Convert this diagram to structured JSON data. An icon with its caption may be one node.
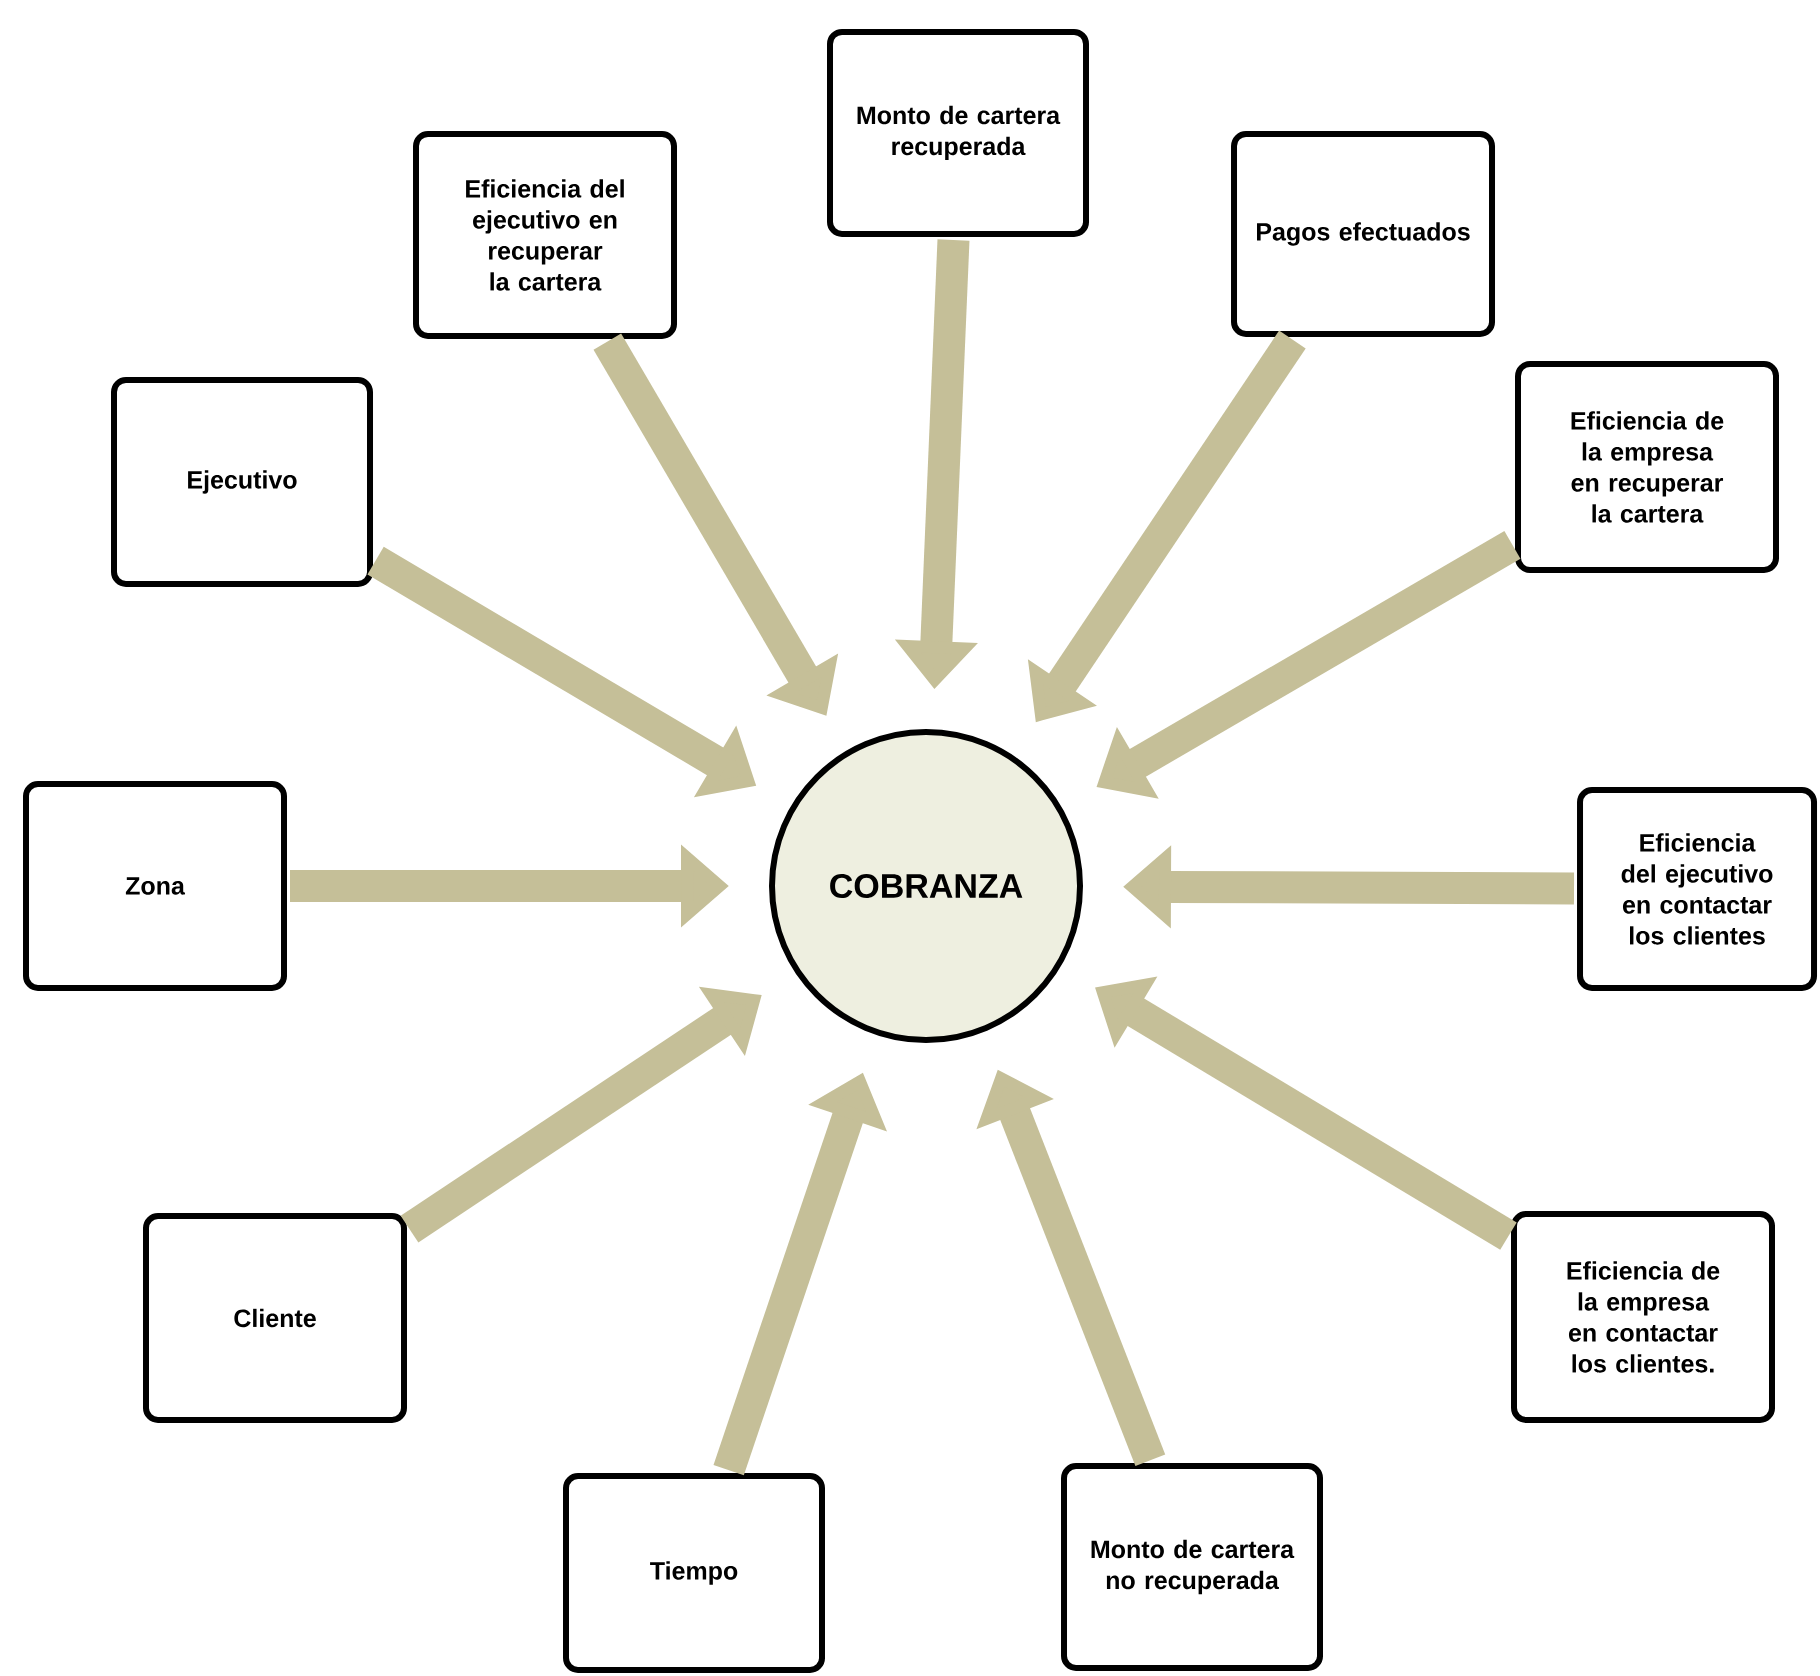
{
  "diagram": {
    "nodes": [
      {
        "text": [
          "COBRANZA"
        ]
      },
      {
        "text": [
          "Ejecutivo"
        ]
      },
      {
        "text": [
          "Eficiencia del ejecutivo en recuperar la cartera"
        ]
      },
      {
        "text": [
          "Monto de cartera recuperada"
        ]
      },
      {
        "text": [
          "Pagos efectuados"
        ]
      },
      {
        "text": [
          "Eficiencia de la empresa en recuperar la cartera"
        ]
      },
      {
        "text": [
          "Eficiencia del ejecutivo en contactar los clientes"
        ]
      },
      {
        "text": [
          "Eficiencia de la empresa en contactar los clientes."
        ]
      },
      {
        "text": [
          "Monto de cartera no recuperada"
        ]
      },
      {
        "text": [
          "Tiempo"
        ]
      },
      {
        "text": [
          "Cliente"
        ]
      },
      {
        "text": [
          "Zona"
        ]
      }
    ],
    "edges": [
      {
        "from": 1,
        "to": 0,
        "arrow": "to"
      },
      {
        "from": 2,
        "to": 0,
        "arrow": "to"
      },
      {
        "from": 3,
        "to": 0,
        "arrow": "to"
      },
      {
        "from": 4,
        "to": 0,
        "arrow": "to"
      },
      {
        "from": 5,
        "to": 0,
        "arrow": "to"
      },
      {
        "from": 6,
        "to": 0,
        "arrow": "to"
      },
      {
        "from": 7,
        "to": 0,
        "arrow": "to"
      },
      {
        "from": 8,
        "to": 0,
        "arrow": "to"
      },
      {
        "from": 9,
        "to": 0,
        "arrow": "to"
      },
      {
        "from": 10,
        "to": 0,
        "arrow": "to"
      },
      {
        "from": 11,
        "to": 0,
        "arrow": "to"
      }
    ]
  }
}
